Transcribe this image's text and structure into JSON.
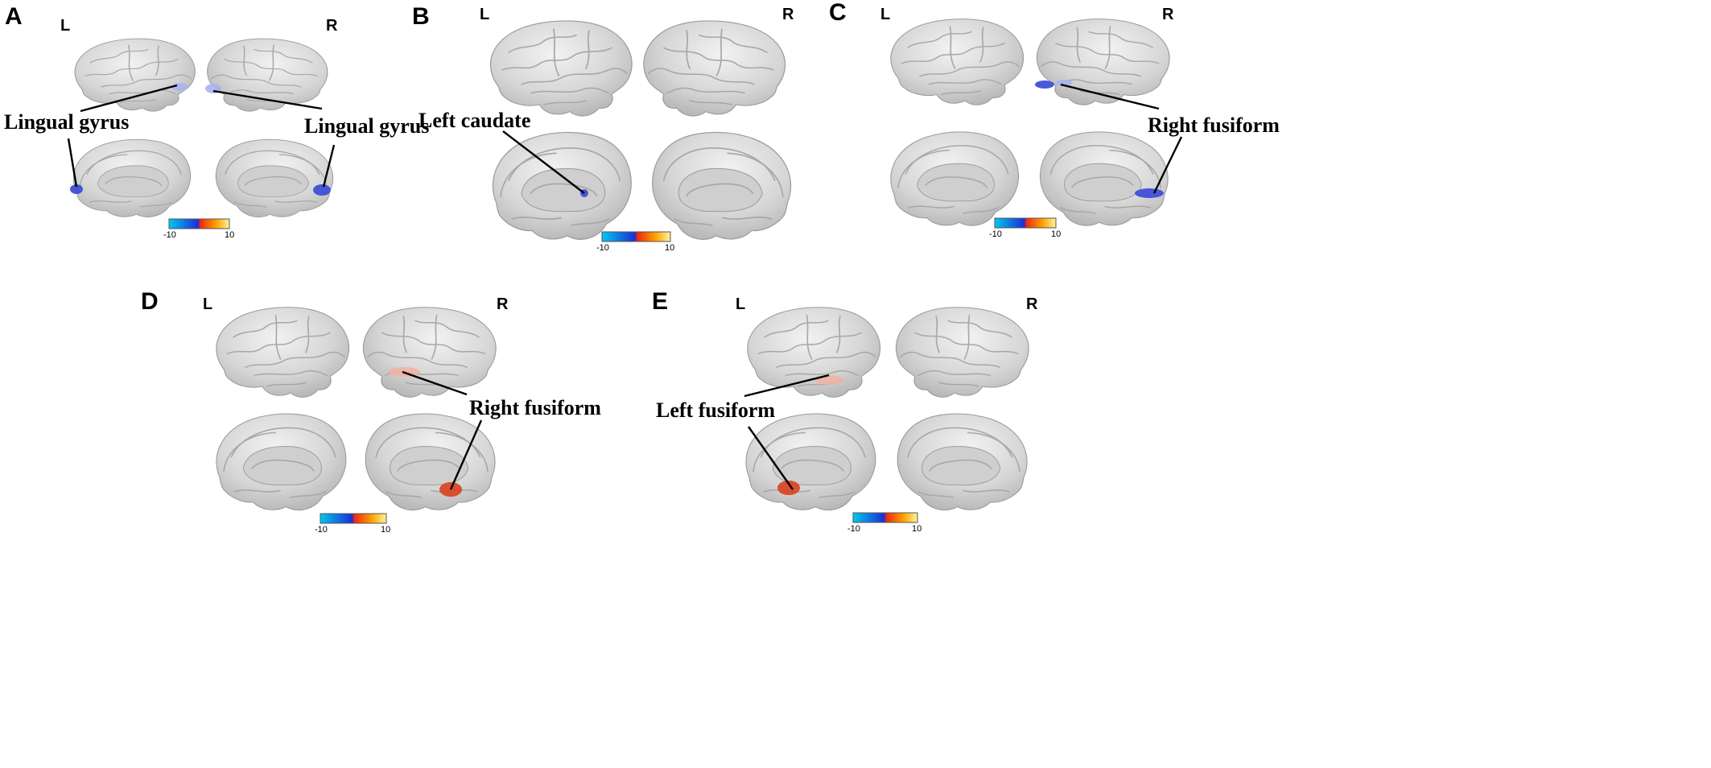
{
  "colors": {
    "negative": "#3f4fd6",
    "negative_light": "#aab4f0",
    "positive": "#d8401f",
    "positive_light": "#f0b3a3",
    "colorbar_stops": [
      "#00c8f0",
      "#1c2fd6",
      "#ef2a10",
      "#ffa000",
      "#fff59a"
    ]
  },
  "colorbar": {
    "min_label": "-10",
    "max_label": "10"
  },
  "panels": [
    {
      "id": "A",
      "label": "A",
      "left_label": "L",
      "right_label": "R",
      "annotations": [
        {
          "text": "Lingual gyrus",
          "polarity": "negative"
        },
        {
          "text": "Lingual gyrus",
          "polarity": "negative"
        }
      ]
    },
    {
      "id": "B",
      "label": "B",
      "left_label": "L",
      "right_label": "R",
      "annotations": [
        {
          "text": "Left caudate",
          "polarity": "negative"
        }
      ]
    },
    {
      "id": "C",
      "label": "C",
      "left_label": "L",
      "right_label": "R",
      "annotations": [
        {
          "text": "Right fusiform",
          "polarity": "negative"
        }
      ]
    },
    {
      "id": "D",
      "label": "D",
      "left_label": "L",
      "right_label": "R",
      "annotations": [
        {
          "text": "Right fusiform",
          "polarity": "positive"
        }
      ]
    },
    {
      "id": "E",
      "label": "E",
      "left_label": "L",
      "right_label": "R",
      "annotations": [
        {
          "text": "Left fusiform",
          "polarity": "positive"
        }
      ]
    }
  ]
}
